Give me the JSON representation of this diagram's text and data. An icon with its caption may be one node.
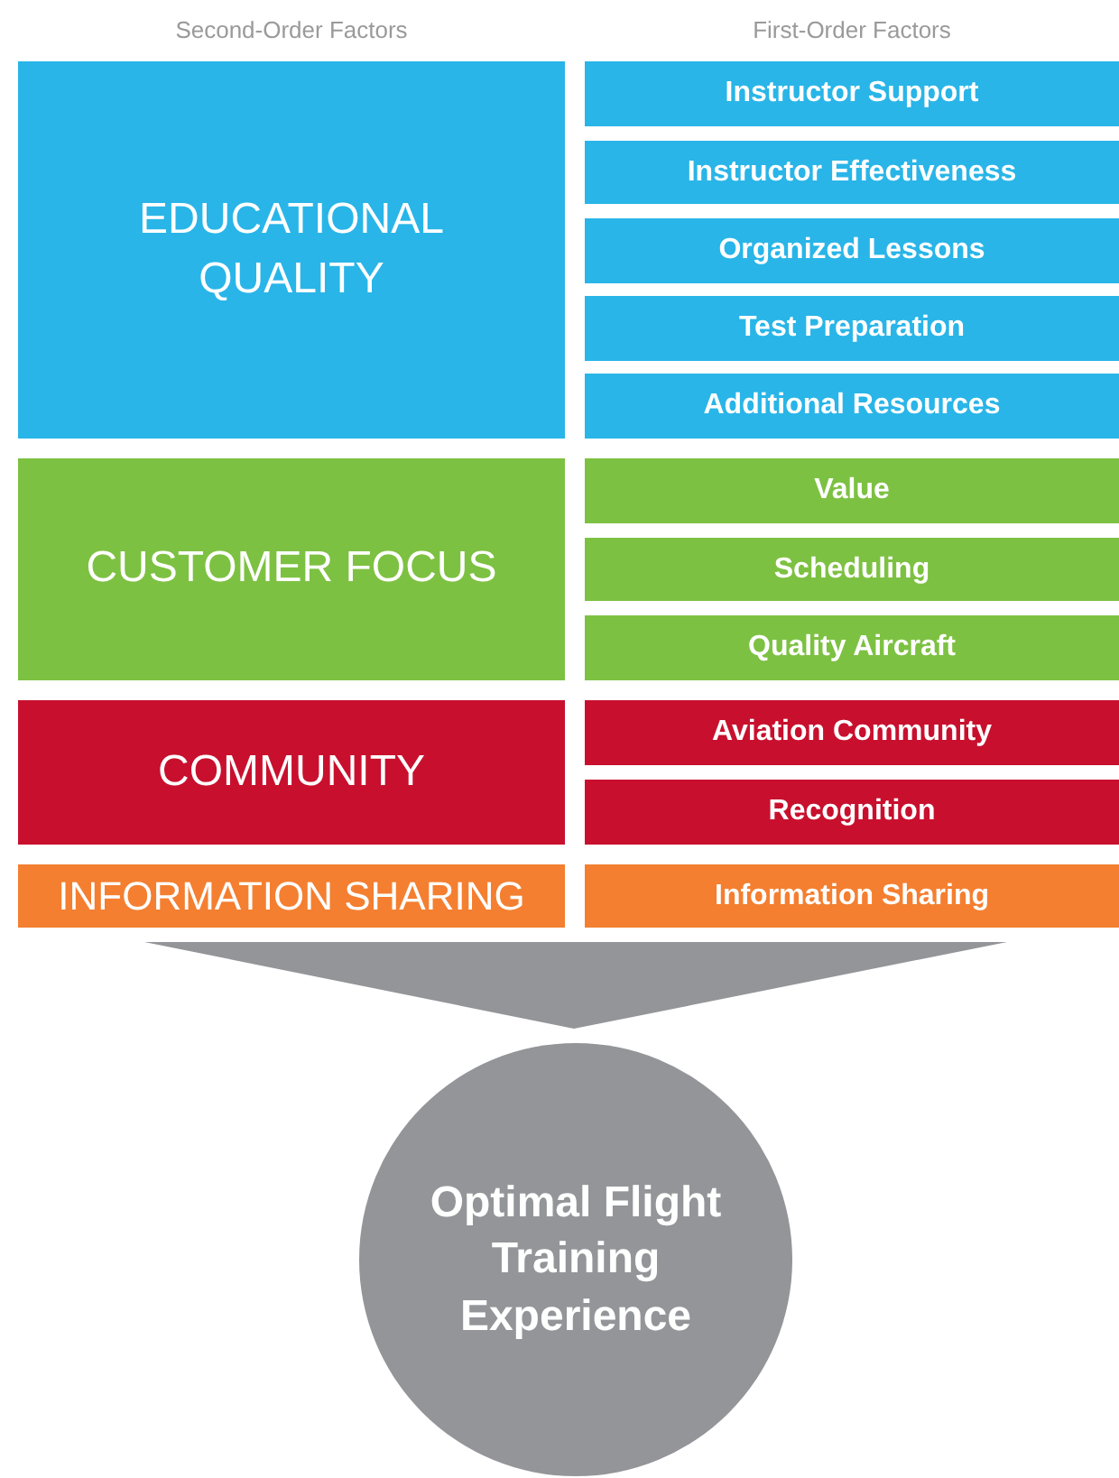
{
  "diagram": {
    "nodes": [
      {
        "text": [
          "EDUCATIONAL QUALITY"
        ]
      },
      {
        "text": [
          "Instructor Support"
        ]
      },
      {
        "text": [
          "Instructor Effectiveness"
        ]
      },
      {
        "text": [
          "Organized Lessons"
        ]
      },
      {
        "text": [
          "Test Preparation"
        ]
      },
      {
        "text": [
          "Additional Resources"
        ]
      },
      {
        "text": [
          "CUSTOMER FOCUS"
        ]
      },
      {
        "text": [
          "Value"
        ]
      },
      {
        "text": [
          "Scheduling"
        ]
      },
      {
        "text": [
          "Quality Aircraft"
        ]
      },
      {
        "text": [
          "COMMUNITY"
        ]
      },
      {
        "text": [
          "Aviation Community"
        ]
      },
      {
        "text": [
          "Recognition"
        ]
      },
      {
        "text": [
          "INFORMATION SHARING"
        ]
      },
      {
        "text": [
          "Information Sharing"
        ]
      },
      {
        "text": [],
        "shape": "triangle"
      },
      {
        "text": [
          "Optimal Flight Training Experience"
        ]
      }
    ],
    "labels": [
      "Second-Order Factors",
      "First-Order Factors"
    ]
  }
}
